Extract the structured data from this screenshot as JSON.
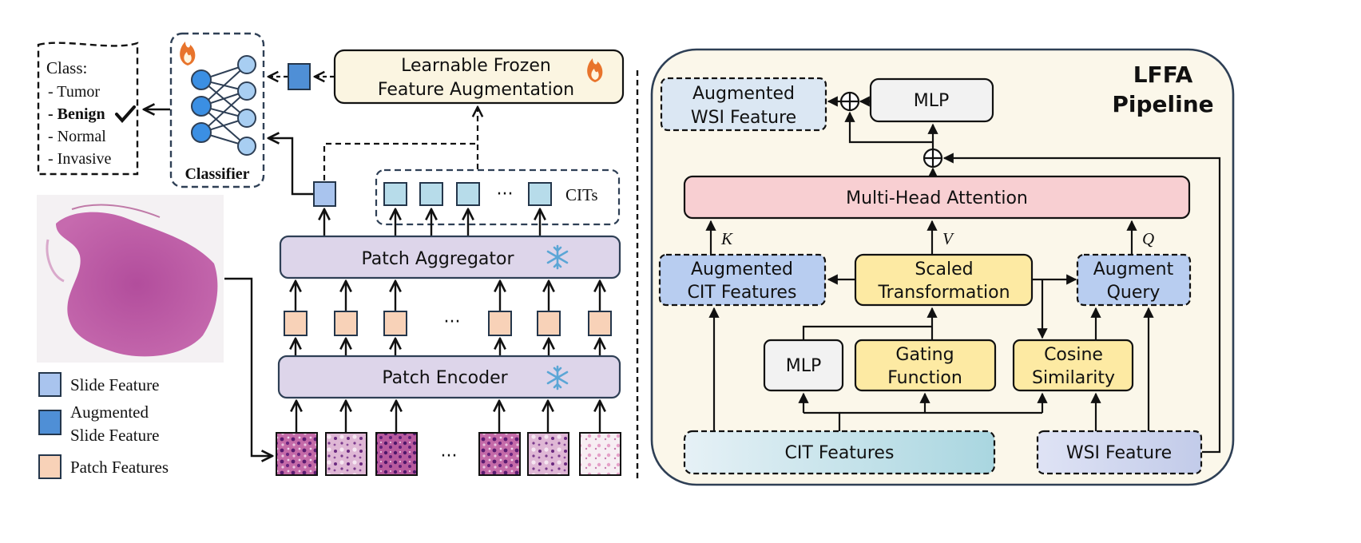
{
  "left": {
    "class_box": {
      "title": "Class:",
      "items": [
        "- Tumor",
        "- Benign",
        "- Normal",
        "- Invasive"
      ],
      "selected_index": 1
    },
    "classifier_label": "Classifier",
    "lffa_module": {
      "line1": "Learnable Frozen",
      "line2": "Feature Augmentation"
    },
    "cits_label": "CITs",
    "ellipsis": "···",
    "patch_aggregator_label": "Patch Aggregator",
    "patch_encoder_label": "Patch Encoder",
    "legend": {
      "slide_feature": "Slide Feature",
      "augmented_line1": "Augmented",
      "augmented_line2": "Slide Feature",
      "patch_features": "Patch Features"
    }
  },
  "right": {
    "title_line1": "LFFA",
    "title_line2": "Pipeline",
    "augmented_wsi": {
      "line1": "Augmented",
      "line2": "WSI Feature"
    },
    "mlp_top": "MLP",
    "multi_head_attention": "Multi-Head Attention",
    "k_label": "K",
    "v_label": "V",
    "q_label": "Q",
    "augmented_cit": {
      "line1": "Augmented",
      "line2": "CIT Features"
    },
    "scaled_transformation": {
      "line1": "Scaled",
      "line2": "Transformation"
    },
    "augment_query": {
      "line1": "Augment",
      "line2": "Query"
    },
    "mlp_bottom": "MLP",
    "gating_function": {
      "line1": "Gating",
      "line2": "Function"
    },
    "cosine_similarity": {
      "line1": "Cosine",
      "line2": "Similarity"
    },
    "cit_features": "CIT Features",
    "wsi_feature": "WSI Feature"
  },
  "colors": {
    "slide_feature": "#a9c4ee",
    "augmented_slide_feature": "#4f8fd6",
    "patch_feature": "#f8d2b8",
    "module_purple": "#ddd5ea",
    "pipeline_bg": "#fbf7ea",
    "attention_red": "#f8cfd2",
    "yellow_box": "#fdeaa3",
    "blue_box": "#b8cdf0",
    "flame": "#e8742c",
    "snowflake": "#5ba6d6"
  }
}
